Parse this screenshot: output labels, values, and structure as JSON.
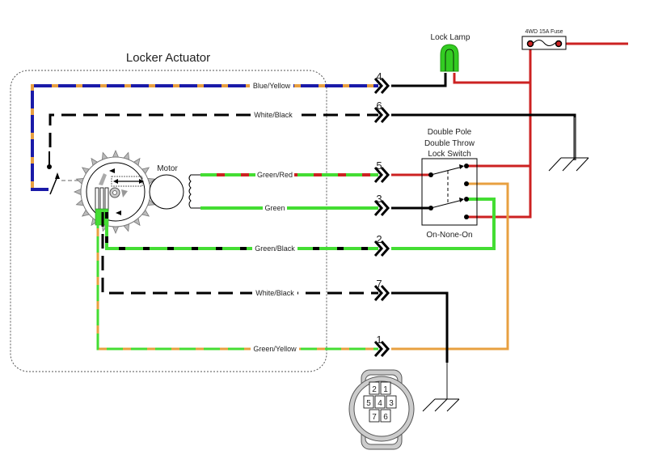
{
  "title": "Locker Actuator",
  "components": {
    "motor_label": "Motor",
    "lamp_label": "Lock Lamp",
    "fuse_label": "4WD 15A Fuse",
    "switch_label_lines": [
      "Double Pole",
      "Double Throw",
      "Lock Switch"
    ],
    "switch_mode": "On-None-On"
  },
  "wires": [
    {
      "pin": "4",
      "label": "Blue/Yellow",
      "colors": [
        "#1a1aa8",
        "#e8a040"
      ]
    },
    {
      "pin": "6",
      "label": "White/Black",
      "colors": [
        "#000000",
        "#ffffff"
      ]
    },
    {
      "pin": "5",
      "label": "Green/Red",
      "colors": [
        "#44dd33",
        "#cc2222"
      ]
    },
    {
      "pin": "3",
      "label": "Green",
      "colors": [
        "#44dd33"
      ]
    },
    {
      "pin": "2",
      "label": "Green/Black",
      "colors": [
        "#44dd33",
        "#000000"
      ]
    },
    {
      "pin": "7",
      "label": "White/Black",
      "colors": [
        "#000000",
        "#ffffff"
      ]
    },
    {
      "pin": "1",
      "label": "Green/Yellow",
      "colors": [
        "#44dd33",
        "#e8a040"
      ]
    }
  ],
  "connector_pins": [
    "2",
    "1",
    "5",
    "4",
    "3",
    "7",
    "6"
  ],
  "colors": {
    "red": "#cc2222",
    "orange": "#e8a040",
    "green": "#44dd33",
    "black": "#000000",
    "blue": "#1a1aa8",
    "lamp": "#33cc22"
  }
}
